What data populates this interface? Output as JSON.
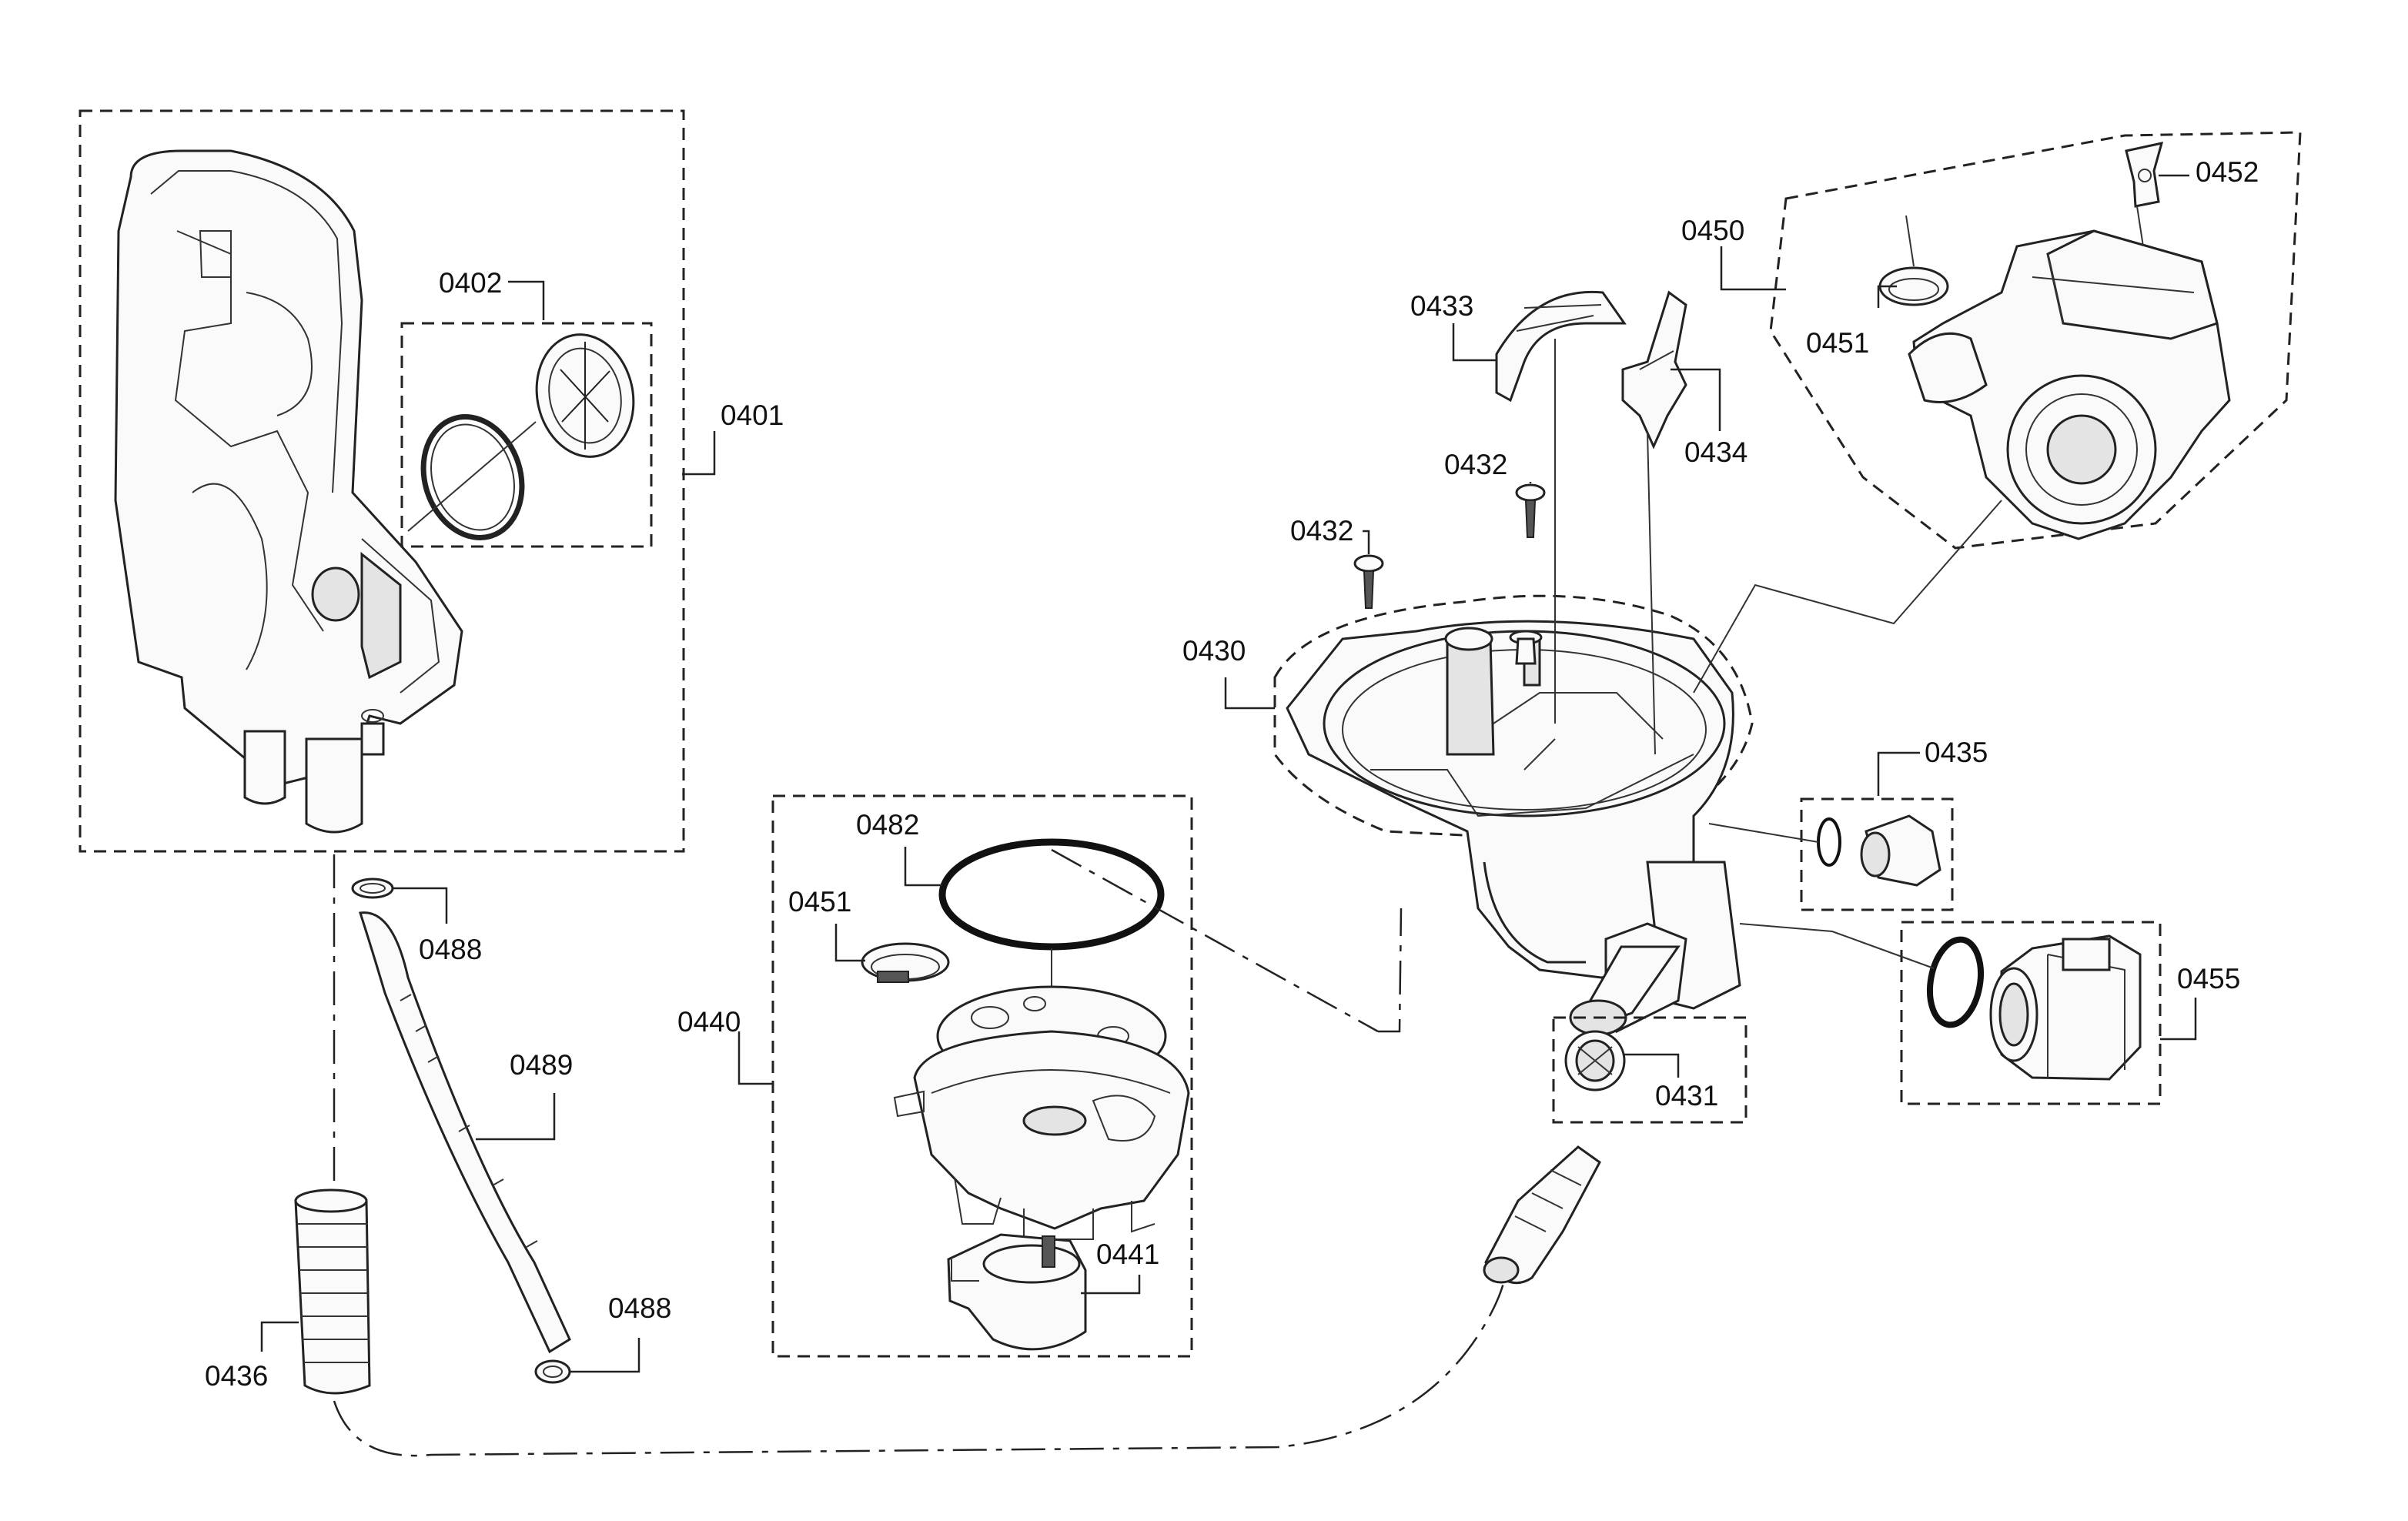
{
  "labels": {
    "c0401": "0401",
    "c0402": "0402",
    "c0430": "0430",
    "c0431": "0431",
    "c0432a": "0432",
    "c0432b": "0432",
    "c0433": "0433",
    "c0434": "0434",
    "c0435": "0435",
    "c0436": "0436",
    "c0440": "0440",
    "c0441": "0441",
    "c0450": "0450",
    "c0451a": "0451",
    "c0451b": "0451",
    "c0452": "0452",
    "c0455": "0455",
    "c0482": "0482",
    "c0488a": "0488",
    "c0488b": "0488",
    "c0489": "0489"
  }
}
